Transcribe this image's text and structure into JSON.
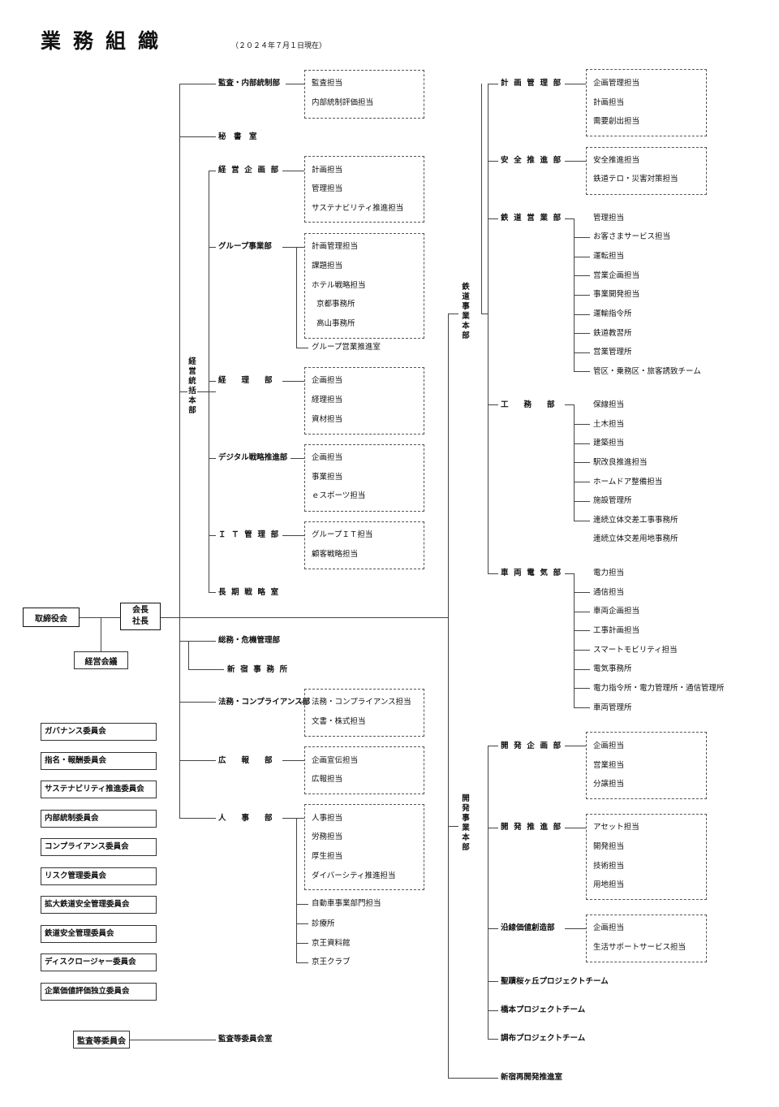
{
  "header": {
    "title": "業務組織",
    "date": "（２０２４年７月１日現在）"
  },
  "top": {
    "board": "取締役会",
    "ceo": "会長\n社長",
    "mgmt_council": "経営会議"
  },
  "left": {
    "audit_dept": "監査・内部統制部",
    "audit_items": [
      "監査担当",
      "内部統制評価担当"
    ],
    "secretary": "秘　書　室",
    "hq": "経営統括本部",
    "planning": "経営企画部",
    "planning_items": [
      "計画担当",
      "管理担当",
      "サステナビリティ推進担当"
    ],
    "group": "グループ事業部",
    "group_items": [
      "計画管理担当",
      "課題担当",
      "ホテル戦略担当",
      "京都事務所",
      "高山事務所"
    ],
    "group_extra": "グループ営業推進室",
    "accounting": "経　　理　　部",
    "accounting_items": [
      "企画担当",
      "経理担当",
      "資材担当"
    ],
    "digital": "デジタル戦略推進部",
    "digital_items": [
      "企画担当",
      "事業担当",
      "ｅスポーツ担当"
    ],
    "it": "ＩＴ管理部",
    "it_items": [
      "グループＩＴ担当",
      "顧客戦略担当"
    ],
    "longterm": "長期戦略室",
    "general": "総務・危機管理部",
    "shinjuku_office": "新宿事務所",
    "legal": "法務・コンプライアンス部",
    "legal_items": [
      "法務・コンプライアンス担当",
      "文書・株式担当"
    ],
    "pr": "広　　報　　部",
    "pr_items": [
      "企画宣伝担当",
      "広報担当"
    ],
    "hr": "人　　事　　部",
    "hr_items": [
      "人事担当",
      "労務担当",
      "厚生担当",
      "ダイバーシティ推進担当"
    ],
    "hr_extra": [
      "自動車事業部門担当",
      "診療所",
      "京王資料館",
      "京王クラブ"
    ]
  },
  "committees": [
    "ガバナンス委員会",
    "指名・報酬委員会",
    "サステナビリティ推進委員会",
    "内部統制委員会",
    "コンプライアンス委員会",
    "リスク管理委員会",
    "拡大鉄道安全管理委員会",
    "鉄道安全管理委員会",
    "ディスクロージャー委員会",
    "企業価値評価独立委員会"
  ],
  "audit_committee": {
    "box": "監査等委員会",
    "office": "監査等委員会室"
  },
  "right": {
    "railway_hq": "鉄道事業本部",
    "plan_mgmt": "計画管理部",
    "plan_mgmt_items": [
      "企画管理担当",
      "計画担当",
      "需要創出担当"
    ],
    "safety": "安全推進部",
    "safety_items": [
      "安全推進担当",
      "鉄道テロ・災害対策担当"
    ],
    "rail_ops": "鉄道営業部",
    "rail_ops_items": [
      "管理担当",
      "お客さまサービス担当",
      "運転担当",
      "営業企画担当",
      "事業開発担当",
      "運輸指令所",
      "鉄道教習所",
      "営業管理所",
      "管区・乗務区・旅客誘致チーム"
    ],
    "engineering": "工　　務　　部",
    "engineering_items": [
      "保線担当",
      "土木担当",
      "建築担当",
      "駅改良推進担当",
      "ホームドア整備担当",
      "施設管理所",
      "連続立体交差工事事務所"
    ],
    "engineering_extra": "連続立体交差用地事務所",
    "rolling": "車両電気部",
    "rolling_items": [
      "電力担当",
      "通信担当",
      "車両企画担当",
      "工事計画担当",
      "スマートモビリティ担当",
      "電気事務所",
      "電力指令所・電力管理所・通信管理所",
      "車両管理所"
    ],
    "dev_hq": "開発事業本部",
    "dev_plan": "開発企画部",
    "dev_plan_items": [
      "企画担当",
      "営業担当",
      "分譲担当"
    ],
    "dev_promo": "開発推進部",
    "dev_promo_items": [
      "アセット担当",
      "開発担当",
      "技術担当",
      "用地担当"
    ],
    "line_value": "沿線価値創造部",
    "line_value_items": [
      "企画担当",
      "生活サポートサービス担当"
    ],
    "pj1": "聖蹟桜ヶ丘プロジェクトチーム",
    "pj2": "橋本プロジェクトチーム",
    "pj3": "調布プロジェクトチーム",
    "shinjuku_redev": "新宿再開発推進室"
  }
}
